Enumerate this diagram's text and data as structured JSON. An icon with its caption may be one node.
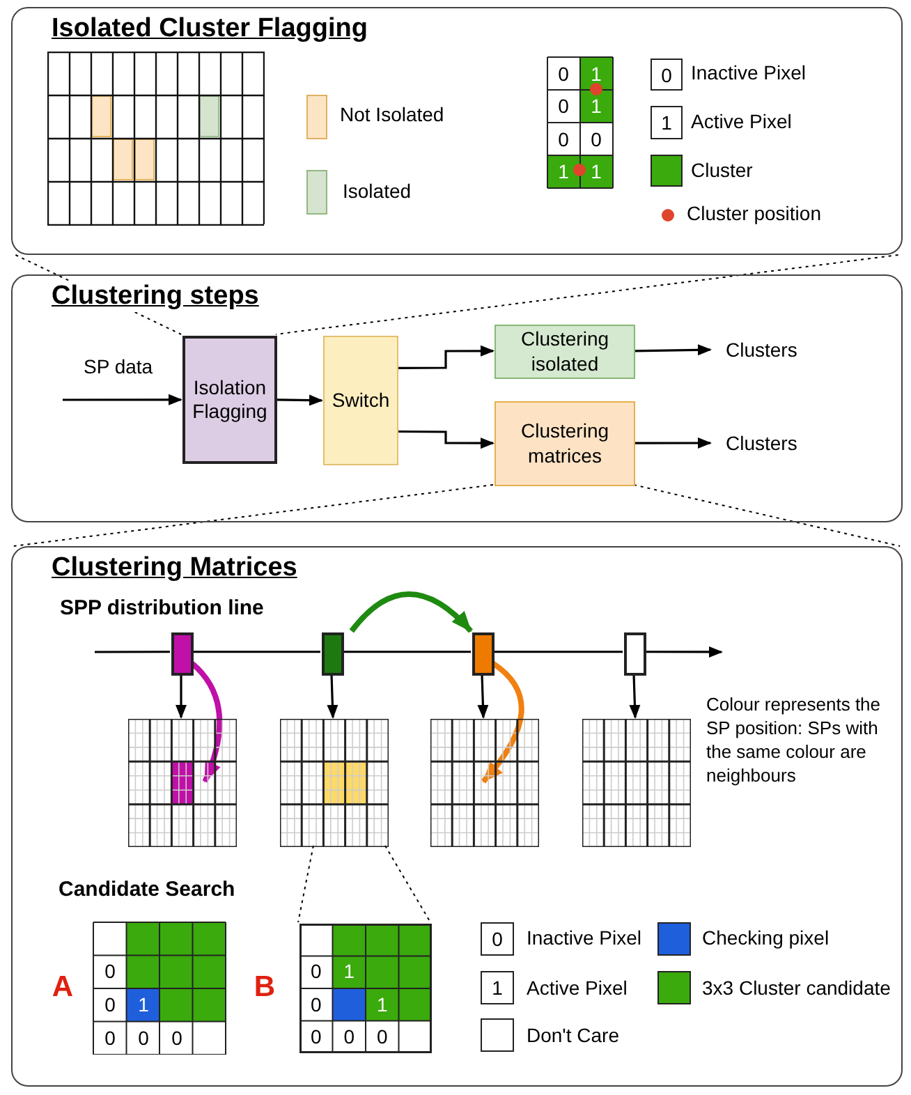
{
  "diagram": {
    "nodes": [
      {
        "text": [
          "Isolated Cluster Flagging"
        ]
      },
      {
        "text": [
          "Clustering steps"
        ]
      },
      {
        "text": [
          "Isolation Flagging"
        ],
        "in": 1
      },
      {
        "text": [
          "Switch"
        ],
        "in": 1
      },
      {
        "text": [
          "Clustering isolated"
        ],
        "in": 1
      },
      {
        "text": [
          "Clustering matrices"
        ],
        "in": 1
      },
      {
        "text": [
          "Clusters"
        ],
        "in": 1
      },
      {
        "text": [
          "Clusters"
        ],
        "in": 1
      },
      {
        "text": [
          "Clustering Matrices"
        ]
      },
      {
        "text": [],
        "shape": "bar",
        "in": 8
      },
      {
        "text": [],
        "shape": "bar",
        "in": 8
      },
      {
        "text": [],
        "shape": "bar",
        "in": 8
      },
      {
        "text": [],
        "shape": "bar",
        "in": 8
      },
      {
        "text": [],
        "shape": "box",
        "in": 8
      },
      {
        "text": [],
        "shape": "box",
        "in": 8
      },
      {
        "text": [],
        "shape": "box",
        "in": 8
      },
      {
        "text": [],
        "shape": "box",
        "in": 8
      },
      {
        "text": [
          "0",
          "1",
          "0",
          "1",
          "0",
          "0",
          "0"
        ],
        "in": 8
      }
    ],
    "edges": [
      {
        "from": null,
        "to": 2,
        "arrow": "to",
        "label": "SP data"
      },
      {
        "from": 2,
        "to": 3,
        "arrow": "to"
      },
      {
        "from": 3,
        "to": 4,
        "arrow": "to"
      },
      {
        "from": 3,
        "to": 5,
        "arrow": "to"
      },
      {
        "from": 4,
        "to": 6,
        "arrow": "to"
      },
      {
        "from": 5,
        "to": 7,
        "arrow": "to"
      },
      {
        "from": 0,
        "to": 2,
        "arrow": "none",
        "style": "dashed"
      },
      {
        "from": 0,
        "to": 2,
        "arrow": "none",
        "style": "dashed"
      },
      {
        "from": 5,
        "to": 8,
        "arrow": "none",
        "style": "dashed"
      },
      {
        "from": 5,
        "to": 8,
        "arrow": "none",
        "style": "dashed"
      },
      {
        "from": 9,
        "to": 13,
        "arrow": "to"
      },
      {
        "from": 10,
        "to": 14,
        "arrow": "to"
      },
      {
        "from": 11,
        "to": 15,
        "arrow": "to"
      },
      {
        "from": 12,
        "to": 16,
        "arrow": "to"
      },
      {
        "from": 9,
        "to": 13,
        "arrow": "to",
        "style": "thick",
        "color": "#c010a8"
      },
      {
        "from": 10,
        "to": 11,
        "arrow": "to",
        "style": "thick",
        "color": "#1e8a10"
      },
      {
        "from": 11,
        "to": 15,
        "arrow": "to",
        "style": "thick",
        "color": "#f08010"
      },
      {
        "from": 14,
        "to": 17,
        "arrow": "none",
        "style": "dashed"
      },
      {
        "from": 14,
        "to": 17,
        "arrow": "none",
        "style": "dashed"
      },
      {
        "from": null,
        "to": 9,
        "arrow": "none"
      },
      {
        "from": 9,
        "to": 10,
        "arrow": "none"
      },
      {
        "from": 10,
        "to": 11,
        "arrow": "none"
      },
      {
        "from": 11,
        "to": 12,
        "arrow": "none"
      },
      {
        "from": 12,
        "to": null,
        "arrow": "to"
      }
    ],
    "labels": [
      "0",
      "1",
      "0",
      "1",
      "0",
      "0",
      "1",
      "1",
      "0",
      "1",
      "SPP distribution line",
      "Colour represents the SP position: SPs with the same colour are neighbours",
      "Candidate Search",
      "A",
      "0",
      "0",
      "1",
      "0",
      "0",
      "0",
      "B",
      "0",
      "1"
    ],
    "legend": [
      {
        "text": "Not Isolated",
        "color": "#fde4c4"
      },
      {
        "text": "Isolated",
        "color": "#d5e3cf"
      },
      {
        "text": "Inactive Pixel"
      },
      {
        "text": "Active Pixel"
      },
      {
        "text": "Cluster",
        "color": "#3aaa0c"
      },
      {
        "text": "Cluster position",
        "color": "#e0442c"
      },
      {
        "text": "Inactive Pixel"
      },
      {
        "text": "Active Pixel"
      },
      {
        "text": "Don't Care"
      },
      {
        "text": "Checking pixel",
        "color": "#1f5fdc"
      },
      {
        "text": "3x3 Cluster candidate",
        "color": "#3aaa0c"
      }
    ]
  }
}
